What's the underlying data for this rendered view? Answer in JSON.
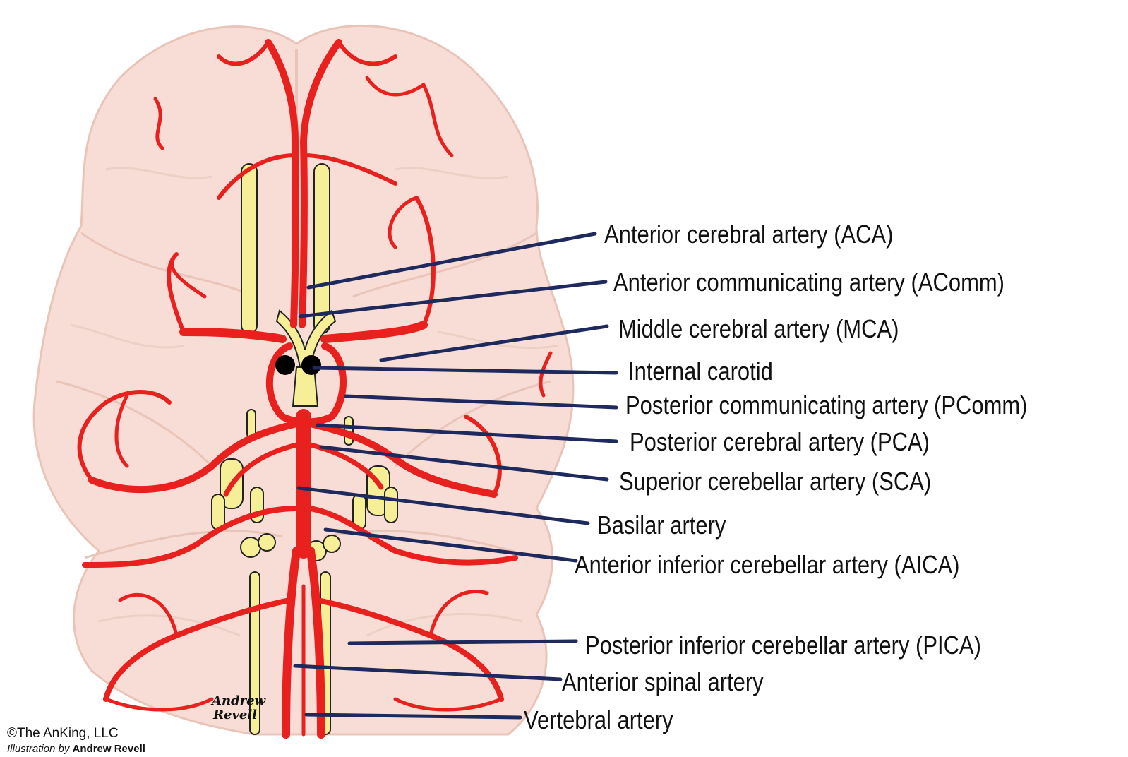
{
  "labels": {
    "aca": "Anterior cerebral artery (ACA)",
    "acomm": "Anterior communicating artery (AComm)",
    "mca": "Middle cerebral artery (MCA)",
    "ic": "Internal carotid",
    "pcomm": "Posterior communicating artery (PComm)",
    "pca": "Posterior cerebral artery (PCA)",
    "sca": "Superior cerebellar artery (SCA)",
    "basilar": "Basilar artery",
    "aica": "Anterior inferior cerebellar artery (AICA)",
    "pica": "Posterior inferior cerebellar artery (PICA)",
    "asa": "Anterior spinal artery",
    "vert": "Vertebral artery"
  },
  "footer": {
    "copyright": "©The AnKing, LLC",
    "credit_prefix": "Illustration by",
    "credit_name": "Andrew Revell"
  },
  "signature": {
    "line1": "Andrew",
    "line2": "Revell"
  },
  "colors": {
    "brain": "#f7ddd5",
    "brain_shadow": "#e9c4b9",
    "artery": "#e8201e",
    "nerve": "#f7ef98",
    "leader": "#1e2a5e"
  }
}
